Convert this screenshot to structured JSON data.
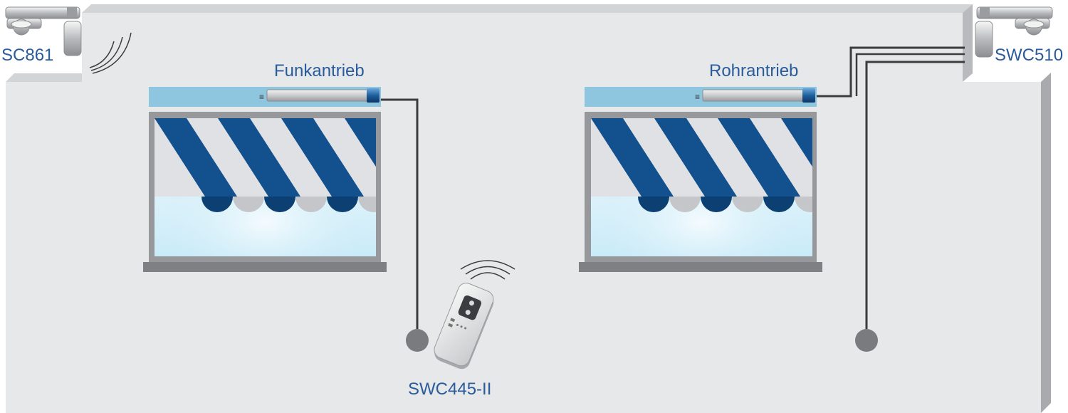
{
  "labels": {
    "sensor_left": "SC861",
    "sensor_right": "SWC510",
    "motor_left": "Funkantrieb",
    "motor_right": "Rohrantrieb",
    "remote": "SWC445-II"
  },
  "colors": {
    "wall": "#e6e8e9",
    "wall_shadow": "#a8aaad",
    "wall_top": "#d2d4d6",
    "awning_blue": "#12508e",
    "awning_white": "#dfe1e4",
    "awning_blue_scallop": "#0c3f72",
    "awning_grey_scallop": "#c4c6c9",
    "window_frame": "#96989c",
    "window_sill": "#7e8084",
    "sky_light": "#eaf8fd",
    "sky_mid": "#b7e3f4",
    "shutter_box": "#8fc6df",
    "cable": "#3c3c3e",
    "switch": "#7a7b7e",
    "label_text": "#2a5b9a"
  },
  "icons": {
    "sensor_left": "weather-sensor-icon",
    "sensor_right": "weather-sensor-icon",
    "remote": "remote-control-icon",
    "radio_waves": "radio-waves-icon",
    "wall_switch": "wall-switch-icon"
  }
}
